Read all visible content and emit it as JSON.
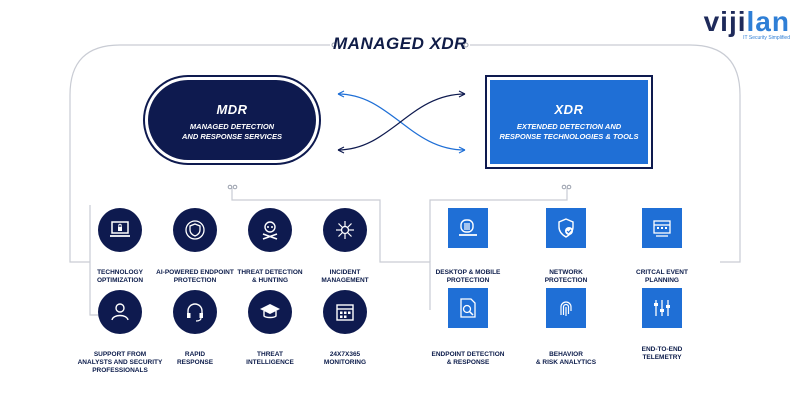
{
  "title": "MANAGED XDR",
  "logo": {
    "word_a": "viji",
    "word_b": "lan",
    "tagline": "IT Security Simplified"
  },
  "mdr": {
    "heading": "MDR",
    "subtitle_1": "MANAGED DETECTION",
    "subtitle_2": "AND RESPONSE SERVICES"
  },
  "xdr": {
    "heading": "XDR",
    "subtitle_1": "EXTENDED DETECTION AND",
    "subtitle_2": "RESPONSE TECHNOLOGIES & TOOLS"
  },
  "mdr_services": [
    {
      "icon": "laptop-lock-icon",
      "label_1": "TECHNOLOGY",
      "label_2": "OPTIMIZATION",
      "label_3": ""
    },
    {
      "icon": "shield-icon",
      "label_1": "AI-POWERED ENDPOINT",
      "label_2": "PROTECTION",
      "label_3": ""
    },
    {
      "icon": "skull-icon",
      "label_1": "THREAT DETECTION",
      "label_2": "& HUNTING",
      "label_3": ""
    },
    {
      "icon": "network-hub-icon",
      "label_1": "INCIDENT",
      "label_2": "MANAGEMENT",
      "label_3": ""
    },
    {
      "icon": "person-icon",
      "label_1": "SUPPORT FROM",
      "label_2": "ANALYSTS AND SECURITY",
      "label_3": "PROFESSIONALS"
    },
    {
      "icon": "headset-icon",
      "label_1": "RAPID",
      "label_2": "RESPONSE",
      "label_3": ""
    },
    {
      "icon": "graduation-cap-icon",
      "label_1": "THREAT",
      "label_2": "INTELLIGENCE",
      "label_3": ""
    },
    {
      "icon": "calendar-icon",
      "label_1": "24X7X365",
      "label_2": "MONITORING",
      "label_3": ""
    }
  ],
  "xdr_tools": [
    {
      "icon": "desktop-mobile-icon",
      "label_1": "DESKTOP & MOBILE",
      "label_2": "PROTECTION"
    },
    {
      "icon": "shield-check-icon",
      "label_1": "NETWORK",
      "label_2": "PROTECTION"
    },
    {
      "icon": "event-planning-icon",
      "label_1": "CRITCAL EVENT",
      "label_2": "PLANNING"
    },
    {
      "icon": "document-search-icon",
      "label_1": "ENDPOINT DETECTION",
      "label_2": "& RESPONSE"
    },
    {
      "icon": "fingerprint-icon",
      "label_1": "BEHAVIOR",
      "label_2": "& RISK ANALYTICS"
    },
    {
      "icon": "sliders-icon",
      "label_1": "END-TO-END",
      "label_2": "TELEMETRY"
    }
  ],
  "colors": {
    "navy": "#0e1a4f",
    "blue": "#1f6fd6",
    "line": "#c9ccd4"
  }
}
